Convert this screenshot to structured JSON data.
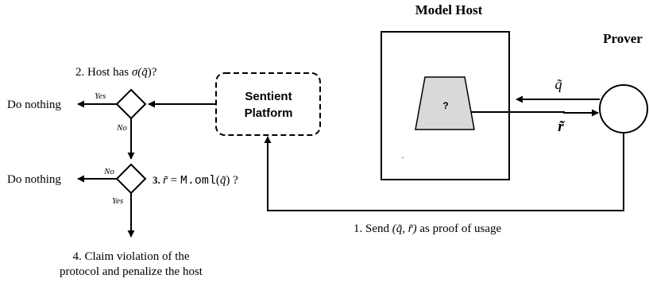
{
  "headings": {
    "model_host": "Model Host",
    "prover": "Prover"
  },
  "platform": {
    "line1": "Sentient",
    "line2": "Platform"
  },
  "model_box": {
    "symbol": "?",
    "tick": "ʻ"
  },
  "arrows": {
    "query": "q̃",
    "response": "r̃"
  },
  "decision1": {
    "prefix": "2. Host has ",
    "sigma": "σ(",
    "q": "q̃",
    "suffix": ")?",
    "yes": "Yes",
    "no": "No"
  },
  "decision2": {
    "prefix": "3. ",
    "r": "r̃",
    "eq": " = ",
    "call": "M.oml",
    "open": "(",
    "q": "q̃",
    "close": ")",
    "qmark": " ?",
    "yes": "Yes",
    "no": "No"
  },
  "outcomes": {
    "nothing1": "Do nothing",
    "nothing2": "Do nothing",
    "claim_line1": "4. Claim violation of the",
    "claim_line2": "protocol and penalize the host"
  },
  "send": {
    "prefix": "1. Send ",
    "tuple": "(q̃, r̃)",
    "suffix": " as proof of usage"
  }
}
